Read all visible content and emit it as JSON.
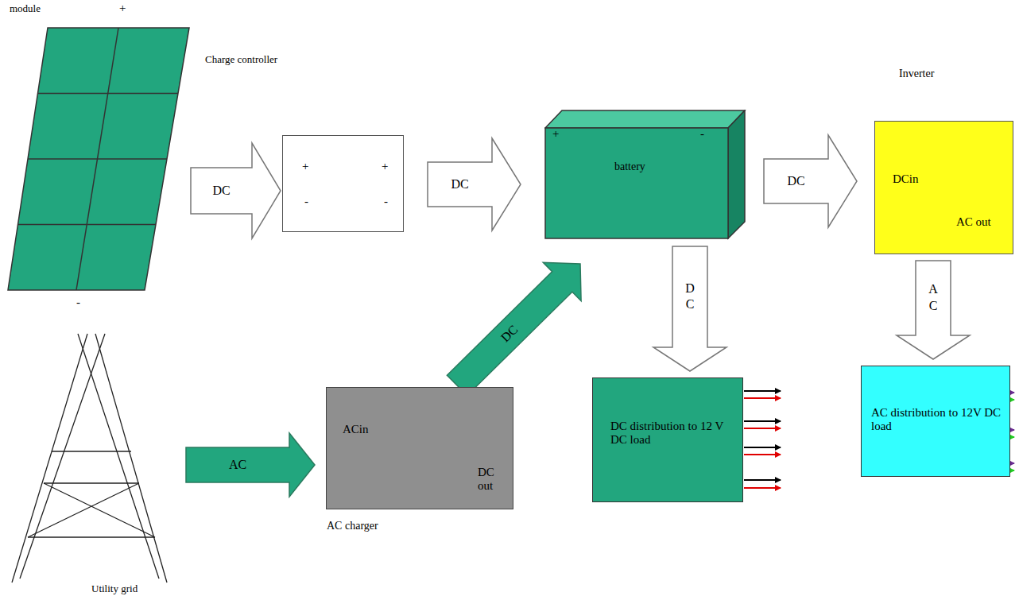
{
  "diagram": {
    "nodes": [
      {
        "text": [
          "module",
          "+",
          "-"
        ]
      },
      {
        "text": [
          "+",
          "+",
          "-",
          "-"
        ]
      },
      {
        "text": [
          "+",
          "-",
          "battery"
        ]
      },
      {
        "text": [
          "Inverter",
          "DCin",
          "AC out"
        ]
      },
      {
        "text": [
          "Utility grid"
        ]
      },
      {
        "text": [
          "ACin",
          "DC out",
          "AC charger"
        ]
      },
      {
        "text": [
          "DC distribution to 12 V DC load"
        ]
      },
      {
        "text": [
          "AC distribution to 12V DC load"
        ]
      }
    ],
    "edges": [
      {
        "from": 0,
        "to": 1,
        "label": "DC",
        "arrow": "to"
      },
      {
        "from": 1,
        "to": 2,
        "label": "DC",
        "arrow": "to"
      },
      {
        "from": 2,
        "to": 3,
        "label": "DC",
        "arrow": "to"
      },
      {
        "from": 2,
        "to": 6,
        "label": "DC",
        "arrow": "to"
      },
      {
        "from": 3,
        "to": 7,
        "label": "AC",
        "arrow": "to"
      },
      {
        "from": 4,
        "to": 5,
        "label": "AC",
        "arrow": "to"
      },
      {
        "from": 5,
        "to": 2,
        "label": "DC",
        "arrow": "to"
      }
    ],
    "labels": [
      "Charge controller"
    ]
  }
}
